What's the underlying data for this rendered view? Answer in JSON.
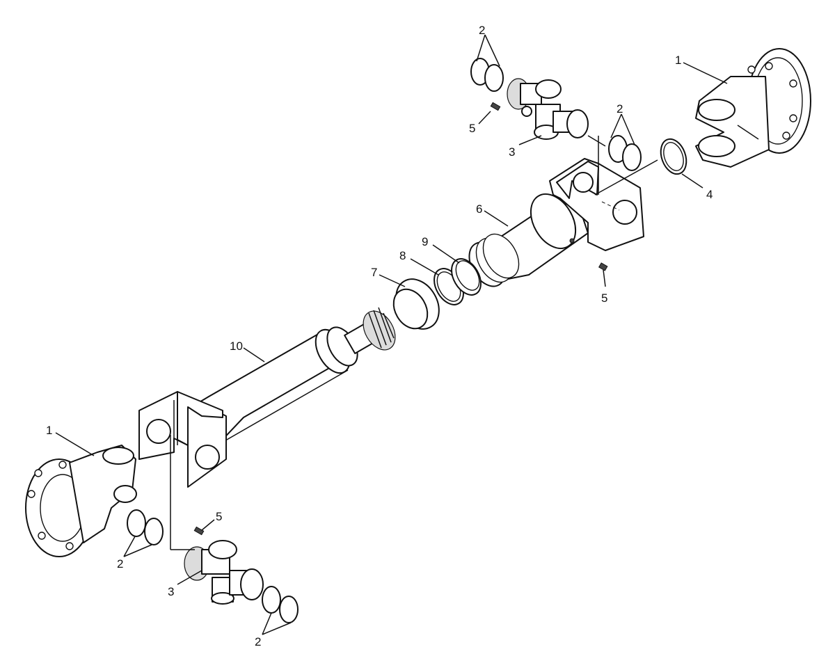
{
  "callouts": [
    {
      "id": "yoke-flange-top",
      "label": "1"
    },
    {
      "id": "yoke-flange-bottom",
      "label": "1"
    },
    {
      "id": "snap-rings-top-a",
      "label": "2"
    },
    {
      "id": "snap-rings-top-b",
      "label": "2"
    },
    {
      "id": "snap-rings-bottom-a",
      "label": "2"
    },
    {
      "id": "snap-rings-bottom-b",
      "label": "2"
    },
    {
      "id": "spider-top",
      "label": "3"
    },
    {
      "id": "spider-bottom",
      "label": "3"
    },
    {
      "id": "seal-ring",
      "label": "4"
    },
    {
      "id": "grease-fitting-top",
      "label": "5"
    },
    {
      "id": "grease-fitting-yoke",
      "label": "5"
    },
    {
      "id": "grease-fitting-bottom",
      "label": "5"
    },
    {
      "id": "slip-yoke",
      "label": "6"
    },
    {
      "id": "dust-cap",
      "label": "7"
    },
    {
      "id": "washer",
      "label": "8"
    },
    {
      "id": "seal",
      "label": "9"
    },
    {
      "id": "shaft-tube",
      "label": "10"
    }
  ],
  "colors": {
    "line": "#111111",
    "background": "#ffffff",
    "shade": "#dcdcdc"
  }
}
